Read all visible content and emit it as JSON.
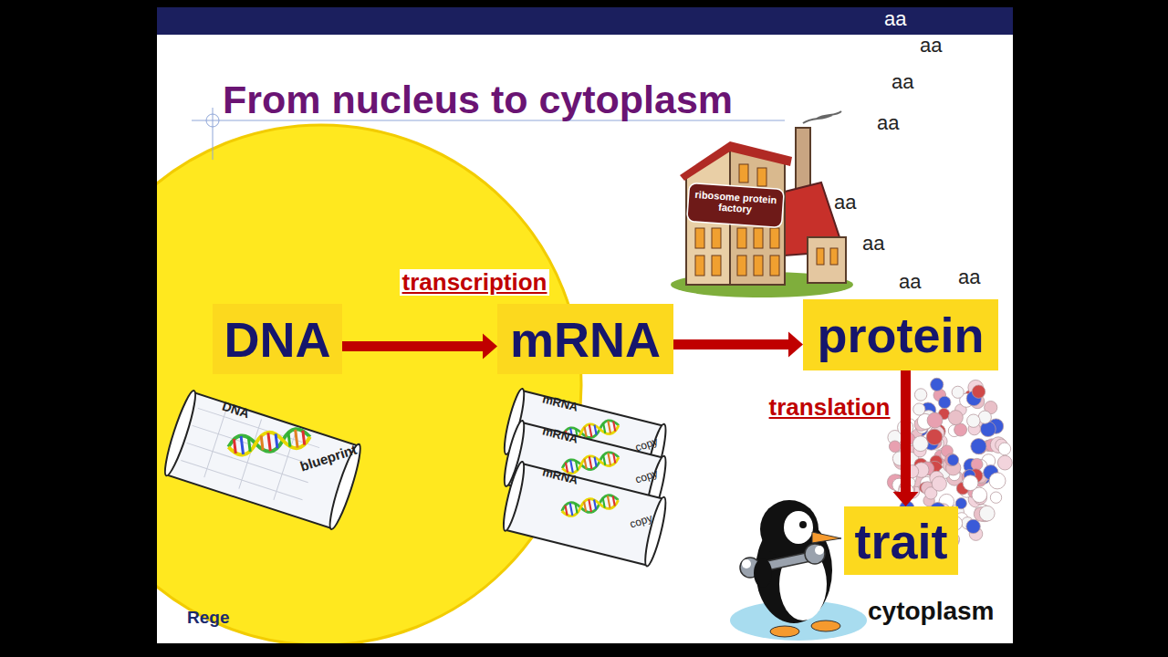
{
  "diagram": {
    "title": "From nucleus to cytoplasm",
    "nodes": [
      {
        "text": [
          "DNA"
        ]
      },
      {
        "text": [
          "mRNA"
        ]
      },
      {
        "text": [
          "protein"
        ]
      },
      {
        "text": [
          "trait"
        ]
      }
    ],
    "edges": [
      {
        "from": 0,
        "to": 1,
        "label": "transcription",
        "arrow": "to"
      },
      {
        "from": 1,
        "to": 2,
        "arrow": "to"
      },
      {
        "from": 2,
        "to": 3,
        "label": "translation",
        "arrow": "to"
      }
    ],
    "labels": [
      "ribosome protein factory",
      "aa",
      "aa",
      "aa",
      "aa",
      "aa",
      "aa",
      "aa",
      "aa",
      "DNA",
      "blueprint",
      "mRNA",
      "copy",
      "mRNA",
      "copy",
      "mRNA",
      "copy",
      "cytoplasm",
      "Rege"
    ]
  }
}
